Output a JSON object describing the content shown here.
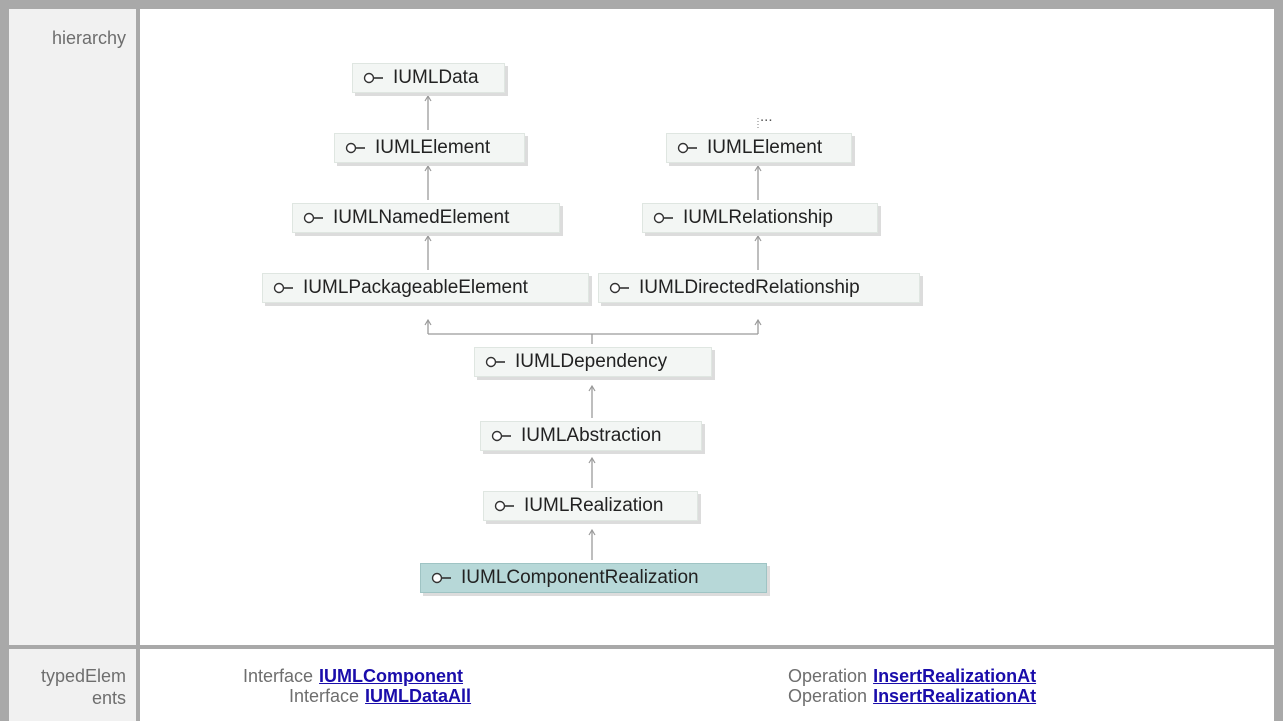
{
  "rows": {
    "hierarchy_label": "hierarchy",
    "typed_elements_label_line1": "typedElem",
    "typed_elements_label_line2": "ents"
  },
  "hierarchy": {
    "left_chain": [
      "IUMLData",
      "IUMLElement",
      "IUMLNamedElement",
      "IUMLPackageableElement"
    ],
    "right_chain": [
      "IUMLElement",
      "IUMLRelationship",
      "IUMLDirectedRelationship"
    ],
    "right_ellipsis": "...",
    "center_chain": [
      "IUMLDependency",
      "IUMLAbstraction",
      "IUMLRealization",
      "IUMLComponentRealization"
    ],
    "selected": "IUMLComponentRealization"
  },
  "typed_elements": [
    {
      "kind": "Interface",
      "name": "IUMLComponent"
    },
    {
      "kind": "Interface",
      "name": "IUMLDataAll"
    },
    {
      "kind": "Operation",
      "name": "InsertRealizationAt"
    },
    {
      "kind": "Operation",
      "name": "InsertRealizationAt"
    }
  ],
  "colors": {
    "frame": "#a9a9a9",
    "label_bg": "#f1f1f1",
    "node_bg": "#f3f6f4",
    "selected_bg": "#b7d8d8",
    "link": "#1a0dab",
    "connector": "#9a9a9a"
  },
  "icon": "interface-lollipop-icon"
}
